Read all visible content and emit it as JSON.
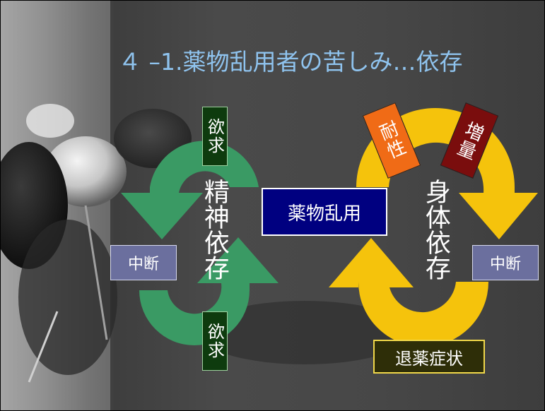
{
  "title": "４ –1.薬物乱用者の苦しみ…依存",
  "nodes": {
    "desire_top": "欲求",
    "desire_bottom": "欲求",
    "interrupt_left": "中断",
    "interrupt_right": "中断",
    "drug_abuse": "薬物乱用",
    "withdrawal": "退薬症状",
    "tolerance": "耐性",
    "dose_increase": "増量"
  },
  "cycles": {
    "mental": "精神依存",
    "physical": "身体依存"
  },
  "colors": {
    "mental_arrow": "#3a9a64",
    "physical_arrow": "#f5c30c",
    "title": "#8fc3ee",
    "drug_box": "#000080",
    "desire_box": "#0e3b0e",
    "interrupt_box": "#6b6f9e",
    "tolerance_box": "#f06b16",
    "dose_box": "#7a0d0d",
    "withdrawal_box": "#2e2e08"
  }
}
